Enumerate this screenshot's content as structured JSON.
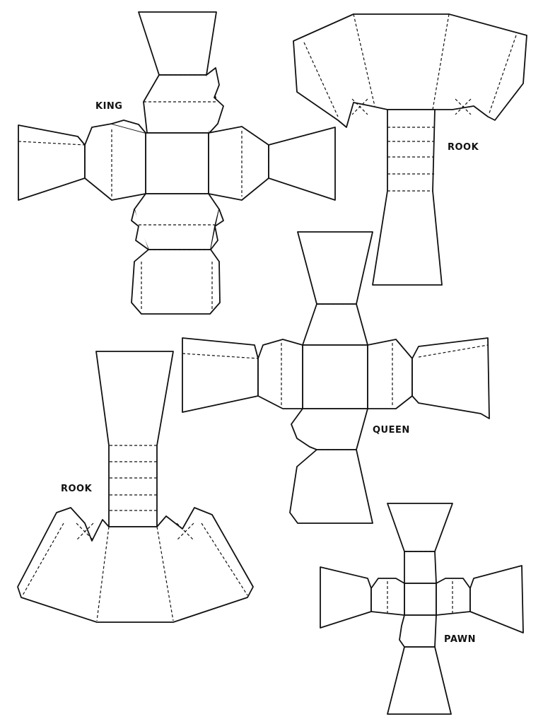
{
  "labels": {
    "king": "KING",
    "rook_top": "ROOK",
    "queen": "QUEEN",
    "rook_bottom": "ROOK",
    "pawn": "PAWN"
  },
  "colors": {
    "line": "#111111",
    "paper": "#ffffff"
  }
}
